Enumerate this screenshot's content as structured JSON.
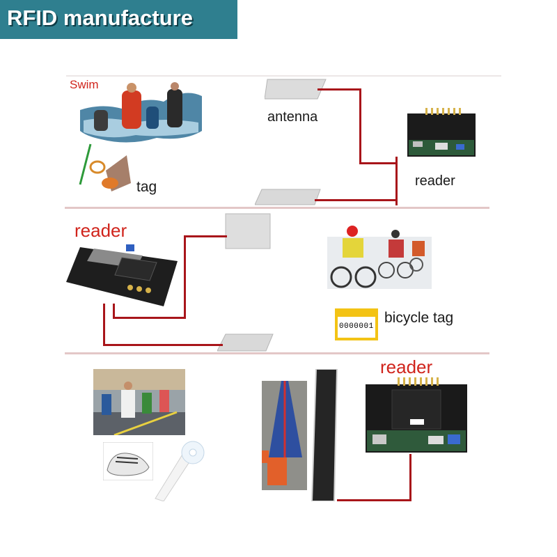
{
  "banner": {
    "title": "RFID manufacture"
  },
  "sections": [
    {
      "id": "swim",
      "sport_label": "Swim",
      "antenna_label": "antenna",
      "tag_label": "tag",
      "reader_label": "reader"
    },
    {
      "id": "bicycle",
      "reader_label": "reader",
      "tag_label": "bicycle tag",
      "tag_number": "0000001"
    },
    {
      "id": "running",
      "reader_label": "reader"
    }
  ],
  "colors": {
    "banner_bg": "#2f7f8f",
    "wire": "#a8151a",
    "accent_red": "#d0241c",
    "divider": "#e3c7c7",
    "tag_yellow": "#f3c315"
  }
}
